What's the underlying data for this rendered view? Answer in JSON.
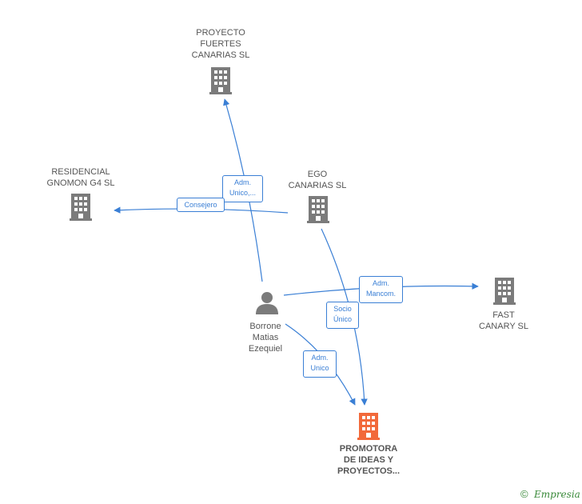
{
  "colors": {
    "edge": "#3a7fd5",
    "company": "#7b7b7b",
    "focus": "#f2693a",
    "brand": "#3a8a3a"
  },
  "nodes": {
    "proyecto": {
      "label": "PROYECTO\nFUERTES\nCANARIAS SL",
      "icon": "building-icon"
    },
    "residencial": {
      "label": "RESIDENCIAL\nGNOMON G4  SL",
      "icon": "building-icon"
    },
    "ego": {
      "label": "EGO\nCANARIAS  SL",
      "icon": "building-icon"
    },
    "fast": {
      "label": "FAST\nCANARY  SL",
      "icon": "building-icon"
    },
    "borrone": {
      "label": "Borrone\nMatias\nEzequiel",
      "icon": "person-icon"
    },
    "promotora": {
      "label": "PROMOTORA\nDE IDEAS Y\nPROYECTOS...",
      "icon": "building-icon"
    }
  },
  "edges": {
    "adm_unico_proyecto": "Adm.\nUnico,...",
    "consejero": "Consejero",
    "adm_mancom": "Adm.\nMancom.",
    "socio_unico": "Socio\nÚnico",
    "adm_unico": "Adm.\nUnico"
  },
  "footer": {
    "copyright": "©",
    "brand": "Empresia"
  }
}
